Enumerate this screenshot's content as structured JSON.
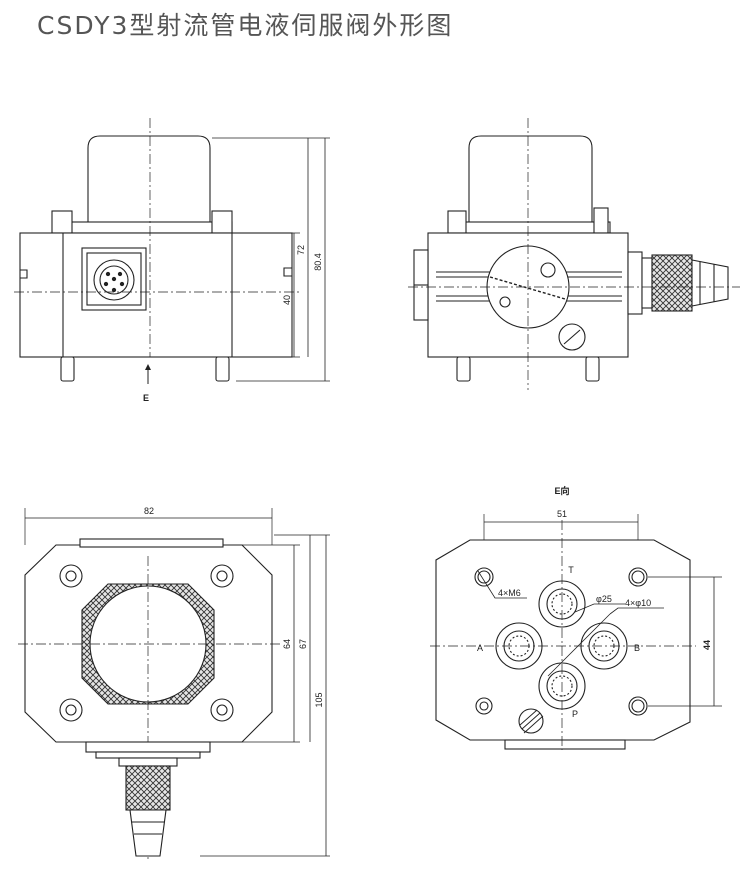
{
  "title": "CSDY3型射流管电液伺服阀外形图",
  "front_view": {
    "dim_72": "72",
    "dim_80_4": "80.4",
    "dim_40": "40",
    "view_arrow_label": "E"
  },
  "top_view": {
    "dim_82": "82",
    "dim_64": "64",
    "dim_67": "67",
    "dim_105": "105"
  },
  "e_view": {
    "heading": "E向",
    "dim_51": "51",
    "dim_44": "44",
    "callout_thread": "4×M6",
    "callout_port_dia": "φ25",
    "callout_hole": "4×φ10",
    "port_t": "T",
    "port_a": "A",
    "port_b": "B",
    "port_p": "P"
  }
}
